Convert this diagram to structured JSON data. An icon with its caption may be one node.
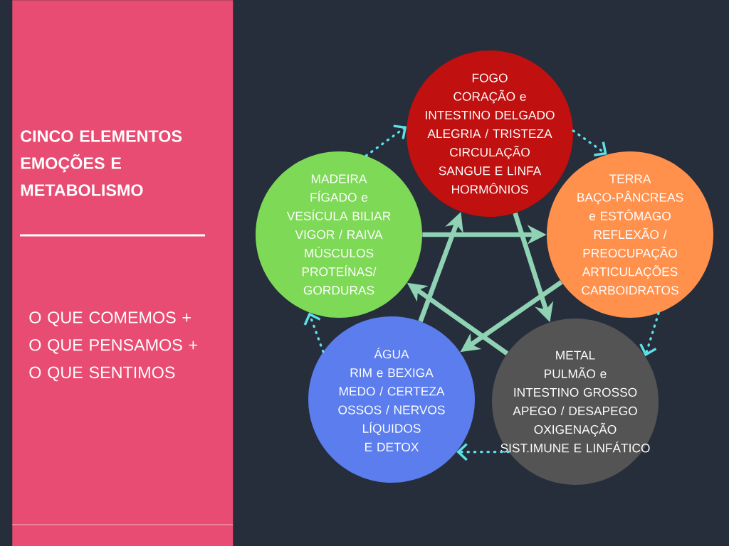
{
  "diagram": {
    "nodes": [
      {
        "text": [
          "CINCO ELEMENTOS EMOÇÕES E METABOLISMO",
          "O QUE COMEMOS + O QUE PENSAMOS + O QUE SENTIMOS"
        ]
      },
      {
        "text": [
          "FOGO",
          "CORAÇÃO e INTESTINO DELGADO",
          "ALEGRIA / TRISTEZA",
          "CIRCULAÇÃO SANGUE E LINFA",
          "HORMÔNIOS"
        ]
      },
      {
        "text": [
          "MADEIRA",
          "FÍGADO e VESÍCULA BILIAR",
          "VIGOR / RAIVA",
          "MÚSCULOS",
          "PROTEÍNAS/ GORDURAS"
        ]
      },
      {
        "text": [
          "TERRA",
          "BAÇO-PÂNCREAS e ESTÔMAGO",
          "REFLEXÃO / PREOCUPAÇÃO",
          "ARTICULAÇÕES",
          "CARBOIDRATOS"
        ]
      },
      {
        "text": [
          "ÁGUA",
          "RIM e BEXIGA",
          "MEDO / CERTEZA",
          "OSSOS / NERVOS",
          "LÍQUIDOS E DETOX"
        ]
      },
      {
        "text": [
          "METAL",
          "PULMÃO e INTESTINO GROSSO",
          "APEGO / DESAPEGO",
          "OXIGENAÇÃO",
          "SIST.IMUNE E LINFÁTICO"
        ]
      }
    ],
    "edges": [
      {
        "from": 4,
        "to": 1,
        "arrow": "to",
        "style": "thick"
      },
      {
        "from": 1,
        "to": 5,
        "arrow": "to",
        "style": "thick"
      },
      {
        "from": 5,
        "to": 2,
        "arrow": "to",
        "style": "thick"
      },
      {
        "from": 2,
        "to": 3,
        "arrow": "to",
        "style": "thick"
      },
      {
        "from": 3,
        "to": 4,
        "arrow": "to",
        "style": "thick"
      },
      {
        "from": 2,
        "to": 1,
        "arrow": "to",
        "style": "dashed",
        "color": "#5ce1e6"
      },
      {
        "from": 1,
        "to": 3,
        "arrow": "to",
        "style": "dashed",
        "color": "#5ce1e6"
      },
      {
        "from": 3,
        "to": 5,
        "arrow": "to",
        "style": "dashed",
        "color": "#5ce1e6"
      },
      {
        "from": 5,
        "to": 4,
        "arrow": "to",
        "style": "dashed",
        "color": "#5ce1e6"
      },
      {
        "from": 4,
        "to": 2,
        "arrow": "to",
        "style": "dashed",
        "color": "#5ce1e6"
      }
    ]
  }
}
